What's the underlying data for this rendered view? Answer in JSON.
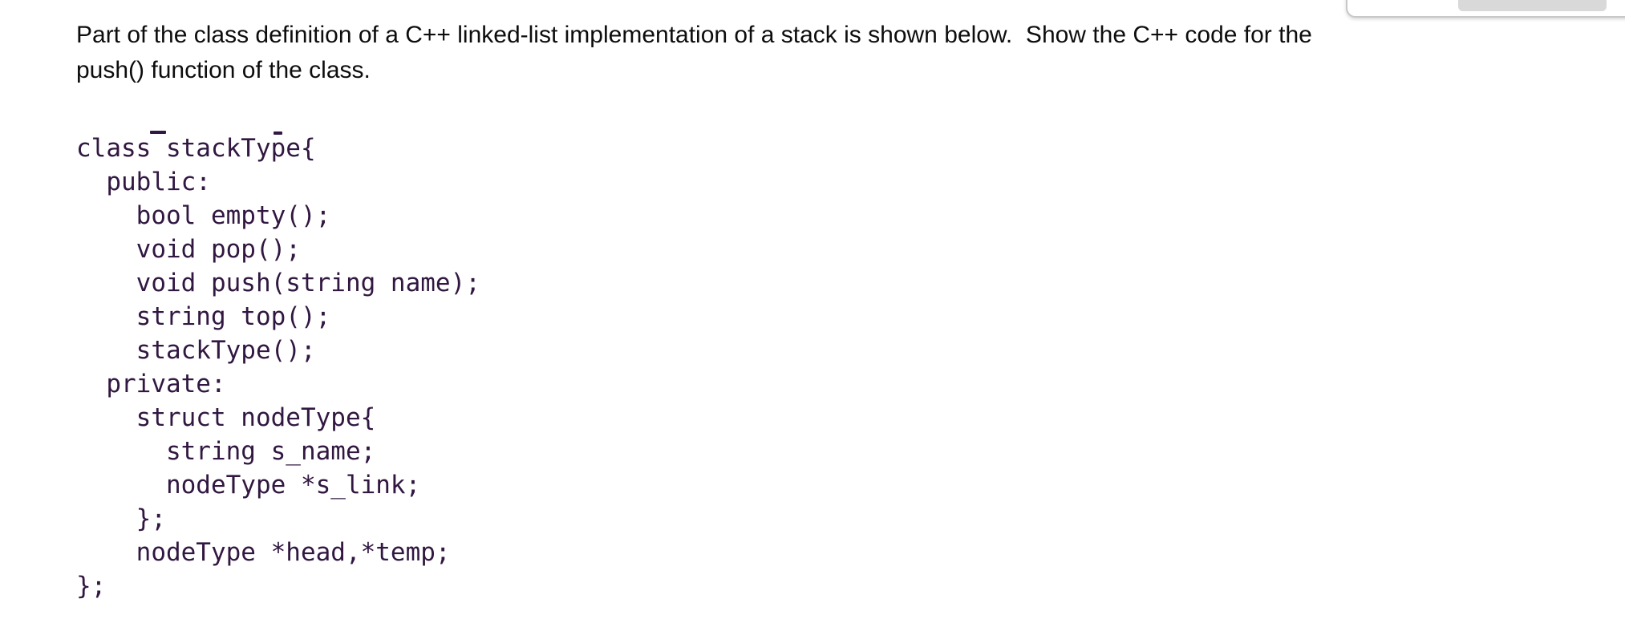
{
  "question": {
    "line1": "Part of the class definition of a C++ linked-list implementation of a stack is shown below.  Show the C++ code for the",
    "line2": "push() function of the class.",
    "text_color": "#0d0d0d"
  },
  "code": {
    "color": "#311741",
    "lines": [
      "class stackType{",
      "  public:",
      "    bool empty();",
      "    void pop();",
      "    void push(string name);",
      "    string top();",
      "    stackType();",
      "  private:",
      "    struct nodeType{",
      "      string s_name;",
      "      nodeType *s_link;",
      "    };",
      "    nodeType *head,*temp;",
      "};"
    ]
  },
  "corner_widget": {
    "panel_background": "#ffffff",
    "panel_border_color": "#c8c8c8",
    "button_color": "#d9d9d9",
    "button_label": ""
  }
}
